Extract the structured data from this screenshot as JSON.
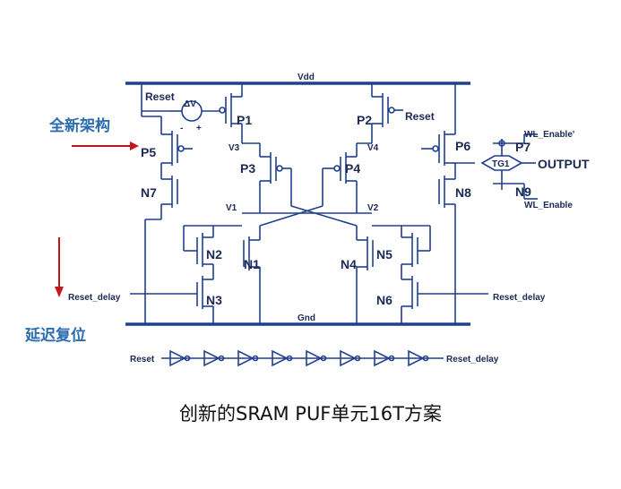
{
  "colors": {
    "wire": "#1f3f8f",
    "side_label": "#2b6cb0",
    "arrow": "#c0161c",
    "text": "#1a2a55"
  },
  "side_labels": {
    "new_architecture": "全新架构",
    "delayed_reset": "延迟复位"
  },
  "caption": "创新的SRAM PUF单元16T方案",
  "circuit": {
    "vdd": "Vdd",
    "gnd": "Gnd",
    "reset": "Reset",
    "reset_p2": "Reset",
    "reset_delay_left": "Reset_delay",
    "reset_delay_right": "Reset_delay",
    "chain_in": "Reset",
    "chain_out": "Reset_delay",
    "delta_v": "ΔV",
    "plus": "+",
    "minus": "-",
    "p1": "P1",
    "p2": "P2",
    "p3": "P3",
    "p4": "P4",
    "p5": "P5",
    "p6": "P6",
    "p7": "P7",
    "n1": "N1",
    "n2": "N2",
    "n3": "N3",
    "n4": "N4",
    "n5": "N5",
    "n6": "N6",
    "n7": "N7",
    "n8": "N8",
    "n9": "N9",
    "v1": "V1",
    "v2": "V2",
    "v3": "V3",
    "v4": "V4",
    "tg": "TG1",
    "output": "OUTPUT",
    "wl_enable_bar": "WL_Enable'",
    "wl_enable": "WL_Enable"
  }
}
